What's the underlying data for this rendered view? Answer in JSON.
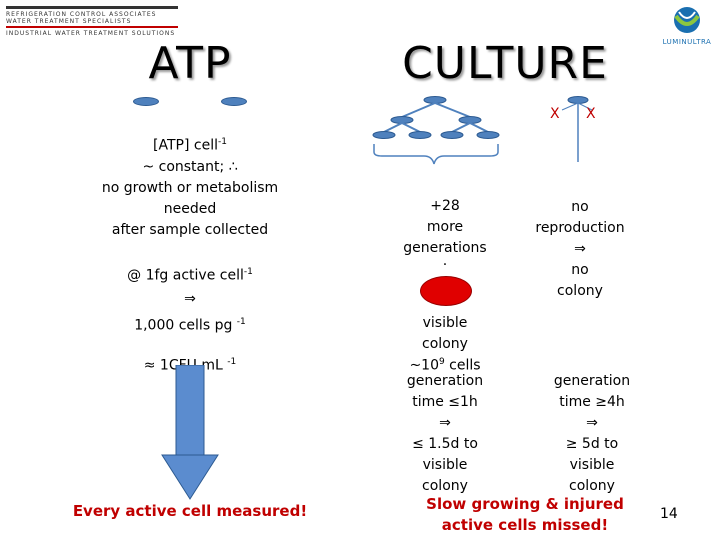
{
  "header": {
    "org_line1": "REFRIGERATION CONTROL ASSOCIATES",
    "org_line2": "WATER TREATMENT SPECIALISTS",
    "org_line3": "INDUSTRIAL WATER TREATMENT SOLUTIONS",
    "logo_text": "LUMINULTRA"
  },
  "left": {
    "title": "ATP",
    "atp_line": "[ATP] cell",
    "atp_sup": "-1",
    "line1": "~ constant; ∴",
    "line2": "no growth or metabolism",
    "line3": "needed",
    "line4": "after sample collected",
    "line5_pre": "@ 1fg active cell",
    "line5_sup": "-1",
    "arrow1": "⇒",
    "line6_pre": "1,000 cells pg",
    "line6_sup": "-1",
    "line7_pre": "≈ 1CFU mL",
    "line7_sup": "-1",
    "footer": "Every active cell measured!"
  },
  "right": {
    "title": "CULTURE",
    "x1": "X",
    "x2": "X",
    "mid_col": {
      "l1": "+28",
      "l2": "more",
      "l3": "generations",
      "l4": "·",
      "colony1": "visible",
      "colony2": "colony",
      "colony3_pre": "~10",
      "colony3_sup": "9",
      "colony3_post": " cells",
      "g1": "generation",
      "g2": "time ≤1h",
      "g3": "⇒",
      "g4": "≤ 1.5d to",
      "g5": "visible",
      "g6": "colony"
    },
    "right_col": {
      "l1": "no",
      "l2": "reproduction",
      "l3": "⇒",
      "l4": "no",
      "l5": "colony",
      "g1": "generation",
      "g2": "time ≥4h",
      "g3": "⇒",
      "g4": "≥  5d to",
      "g5": "visible",
      "g6": "colony"
    },
    "footer1": "Slow growing & injured",
    "footer2": "active cells missed!"
  },
  "page_number": "14",
  "colors": {
    "cell_blue": "#4f81bd",
    "red_text": "#c00000",
    "colony_red": "#e00000",
    "arrow_blue": "#4f81bd"
  }
}
